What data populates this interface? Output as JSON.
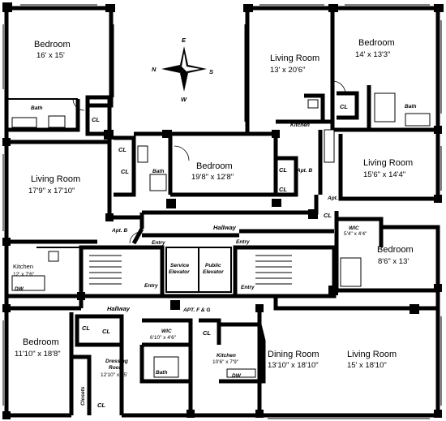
{
  "compass": {
    "north": "N",
    "south": "S",
    "east": "E",
    "west": "W"
  },
  "rooms": {
    "bedroom_nw": {
      "name": "Bedroom",
      "dim": "16' x 15'"
    },
    "bath_nw": {
      "name": "Bath"
    },
    "cl_nw": {
      "name": "CL"
    },
    "living_nw": {
      "name": "Living Room",
      "dim": "17'9\" x 17'10\""
    },
    "cl_mid_a": {
      "name": "CL"
    },
    "cl_mid_b": {
      "name": "CL"
    },
    "bath_mid": {
      "name": "Bath"
    },
    "bedroom_center": {
      "name": "Bedroom",
      "dim": "19'8\" x 12'8\""
    },
    "living_ne": {
      "name": "Living Room",
      "dim": "13' x 20'6\""
    },
    "bedroom_ne": {
      "name": "Bedroom",
      "dim": "14' x 13'3\""
    },
    "cl_ne": {
      "name": "CL"
    },
    "bath_ne": {
      "name": "Bath"
    },
    "kitchen_ne": {
      "name": "Kitchen"
    },
    "apt_b_east": {
      "name": "Apt. B"
    },
    "living_east": {
      "name": "Living Room",
      "dim": "15'6\" x 14'4\""
    },
    "apt_a": {
      "name": "Apt. A"
    },
    "wic_east": {
      "name": "WIC",
      "dim": "5'4\" x 4'4\""
    },
    "bedroom_east": {
      "name": "Bedroom",
      "dim": "8'6\" x 13'"
    },
    "cl_center_a": {
      "name": "CL"
    },
    "cl_center_b": {
      "name": "CL"
    },
    "cl_east": {
      "name": "CL"
    },
    "hallway_north": {
      "name": "Hallway"
    },
    "apt_b_west": {
      "name": "Apt. B"
    },
    "kitchen_west": {
      "name": "Kitchen",
      "dim": "12' x 7'6\""
    },
    "dw_west": {
      "name": "DW"
    },
    "entry_w1": {
      "name": "Entry"
    },
    "entry_w2": {
      "name": "Entry"
    },
    "entry_e1": {
      "name": "Entry"
    },
    "entry_e2": {
      "name": "Entry"
    },
    "service_elevator": {
      "name": "Service\nElevator"
    },
    "public_elevator": {
      "name": "Public\nElevator"
    },
    "hallway_south": {
      "name": "Hallway"
    },
    "apt_fg": {
      "name": "APT. F & G"
    },
    "bedroom_sw": {
      "name": "Bedroom",
      "dim": "11'10\" x 18'8\""
    },
    "cl_sw_a": {
      "name": "CL"
    },
    "cl_sw_b": {
      "name": "CL"
    },
    "wic_south": {
      "name": "WIC",
      "dim": "6'10\" x 4'6\""
    },
    "cl_south": {
      "name": "CL"
    },
    "dressing_room": {
      "name": "Dressing\nRoom",
      "dim": "12'10\" x 15'"
    },
    "bath_south": {
      "name": "Bath"
    },
    "closets": {
      "name": "Closets"
    },
    "cl_sw_c": {
      "name": "CL"
    },
    "kitchen_south": {
      "name": "Kitchen",
      "dim": "10'6\" x 7'9\""
    },
    "dw_south": {
      "name": "DW"
    },
    "dining_room": {
      "name": "Dining Room",
      "dim": "13'10\" x 18'10\""
    },
    "living_se": {
      "name": "Living Room",
      "dim": "15' x 18'10\""
    }
  }
}
